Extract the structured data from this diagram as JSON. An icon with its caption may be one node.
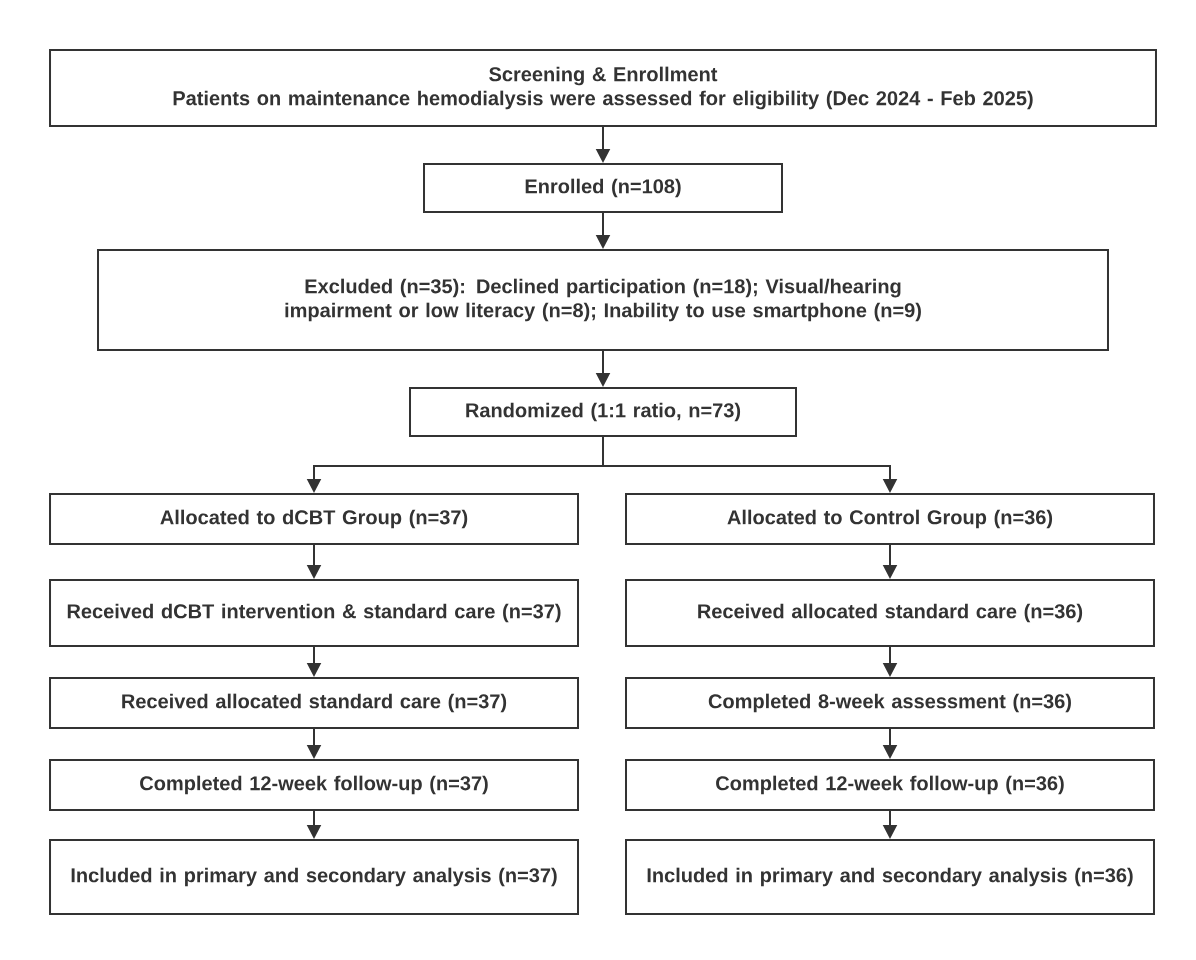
{
  "diagram": {
    "nodes": [
      {
        "text": [
          "Screening & Enrollment",
          "Patients on maintenance hemodialysis were assessed for eligibility (Dec 2024 - Feb 2025)"
        ]
      },
      {
        "text": [
          "Enrolled (n=108)"
        ]
      },
      {
        "text": [
          "Excluded (n=35): Declined participation (n=18); Visual/hearing impairment or low literacy (n=8); Inability to use smartphone (n=9)"
        ]
      },
      {
        "text": [
          "Randomized (1:1 ratio, n=73)"
        ]
      },
      {
        "text": [
          "Allocated to dCBT Group (n=37)"
        ]
      },
      {
        "text": [
          "Allocated to Control Group (n=36)"
        ]
      },
      {
        "text": [
          "Received dCBT intervention & standard care (n=37)"
        ]
      },
      {
        "text": [
          "Received allocated standard care (n=36)"
        ]
      },
      {
        "text": [
          "Received allocated standard care (n=37)"
        ]
      },
      {
        "text": [
          "Completed 8-week assessment (n=36)"
        ]
      },
      {
        "text": [
          "Completed 12-week follow-up (n=37)"
        ]
      },
      {
        "text": [
          "Completed 12-week follow-up (n=36)"
        ]
      },
      {
        "text": [
          "Included in primary and secondary analysis (n=37)"
        ]
      },
      {
        "text": [
          "Included in primary and secondary analysis (n=36)"
        ]
      }
    ],
    "edges": [
      {
        "from": 0,
        "to": 1,
        "arrow": "to"
      },
      {
        "from": 1,
        "to": 2,
        "arrow": "to"
      },
      {
        "from": 2,
        "to": 3,
        "arrow": "to"
      },
      {
        "from": 3,
        "to": 4,
        "arrow": "to"
      },
      {
        "from": 3,
        "to": 5,
        "arrow": "to"
      },
      {
        "from": 4,
        "to": 6,
        "arrow": "to"
      },
      {
        "from": 5,
        "to": 7,
        "arrow": "to"
      },
      {
        "from": 6,
        "to": 8,
        "arrow": "to"
      },
      {
        "from": 7,
        "to": 9,
        "arrow": "to"
      },
      {
        "from": 8,
        "to": 10,
        "arrow": "to"
      },
      {
        "from": 9,
        "to": 11,
        "arrow": "to"
      },
      {
        "from": 10,
        "to": 12,
        "arrow": "to"
      },
      {
        "from": 11,
        "to": 13,
        "arrow": "to"
      }
    ]
  }
}
